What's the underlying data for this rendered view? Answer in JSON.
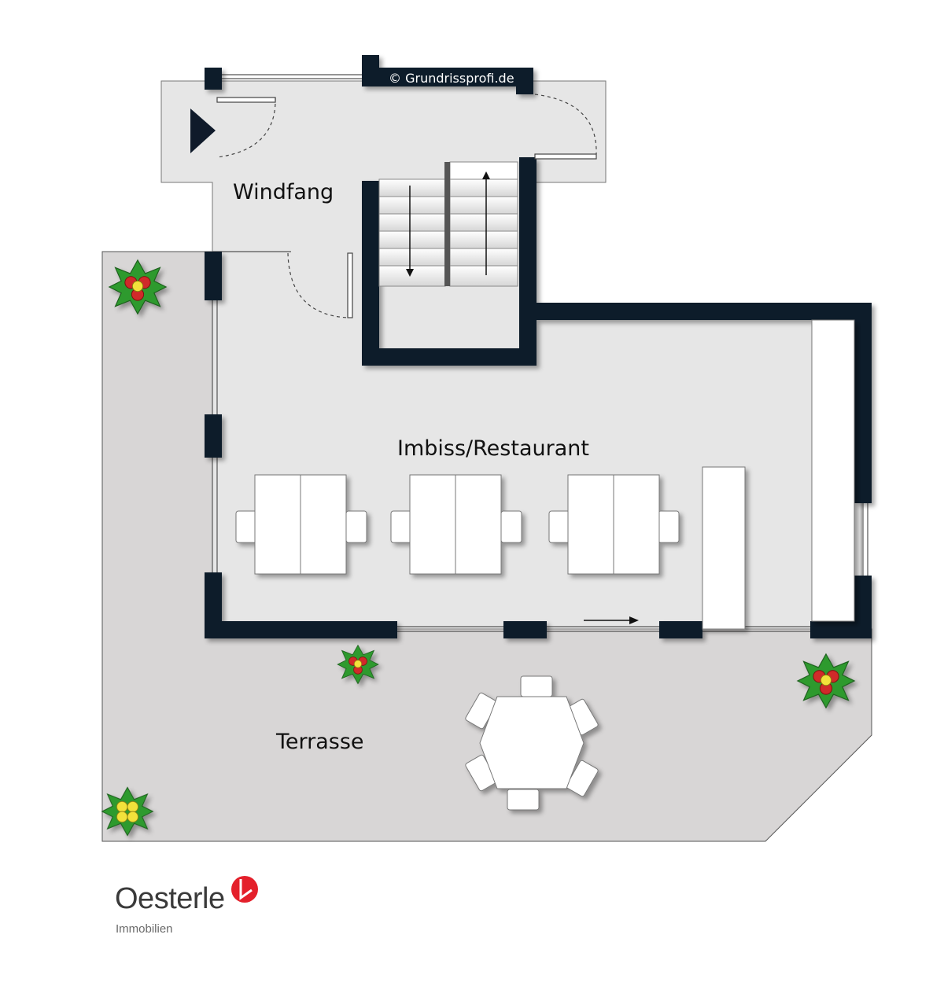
{
  "watermark": {
    "copyright": "© Grundrissprofi.de"
  },
  "rooms": {
    "windfang": "Windfang",
    "restaurant": "Imbiss/Restaurant",
    "terrasse": "Terrasse"
  },
  "brand": {
    "name": "Oesterle",
    "subtitle": "Immobilien",
    "accent": "#e4202b"
  },
  "colors": {
    "wall": "#0f1a2a",
    "interior_floor": "#e6e6e6",
    "terrace_floor": "#d8d6d6",
    "furniture": "#ffffff",
    "plant_leaf": "#2f9a2f",
    "plant_flower_red": "#d02a2a",
    "plant_flower_yellow": "#f2e23a"
  },
  "icons": {
    "entrance": "entrance-arrow-icon",
    "plant": "plant-icon",
    "stairs": "stairs-icon"
  }
}
